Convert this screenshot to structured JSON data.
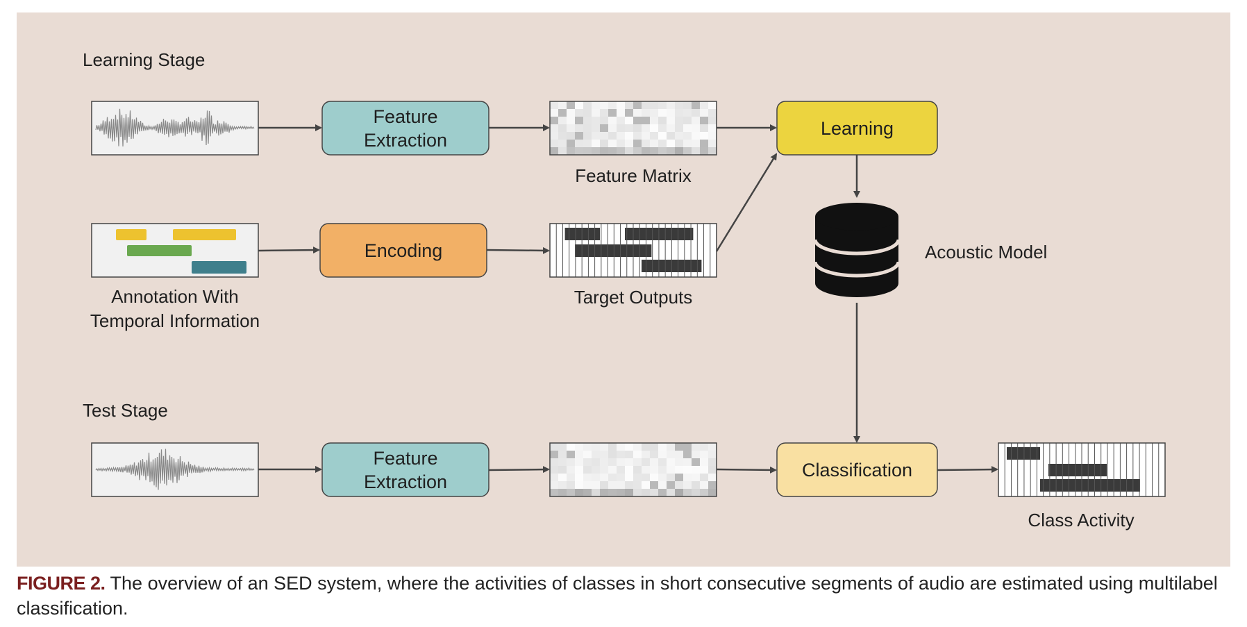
{
  "stages": {
    "learning": "Learning Stage",
    "test": "Test Stage"
  },
  "boxes": {
    "feature_extraction_line1": "Feature",
    "feature_extraction_line2": "Extraction",
    "encoding": "Encoding",
    "learning": "Learning",
    "classification": "Classification"
  },
  "labels": {
    "feature_matrix": "Feature Matrix",
    "target_outputs": "Target Outputs",
    "annotation_line1": "Annotation With",
    "annotation_line2": "Temporal Information",
    "acoustic_model": "Acoustic Model",
    "class_activity": "Class Activity"
  },
  "caption": {
    "figure_label": "FIGURE 2.",
    "text": " The overview of an SED system, where the activities of classes in short consecutive segments of audio are estimated using multilabel classification."
  },
  "colors": {
    "background": "#e9dcd4",
    "feature_extraction": "#9ecdcc",
    "encoding": "#f2b066",
    "learning": "#ecd43f",
    "classification": "#f9e0a2",
    "annotation_yellow": "#edc22f",
    "annotation_green": "#6aa84f",
    "annotation_teal": "#3f7f8c",
    "dark": "#3a3a3a"
  }
}
